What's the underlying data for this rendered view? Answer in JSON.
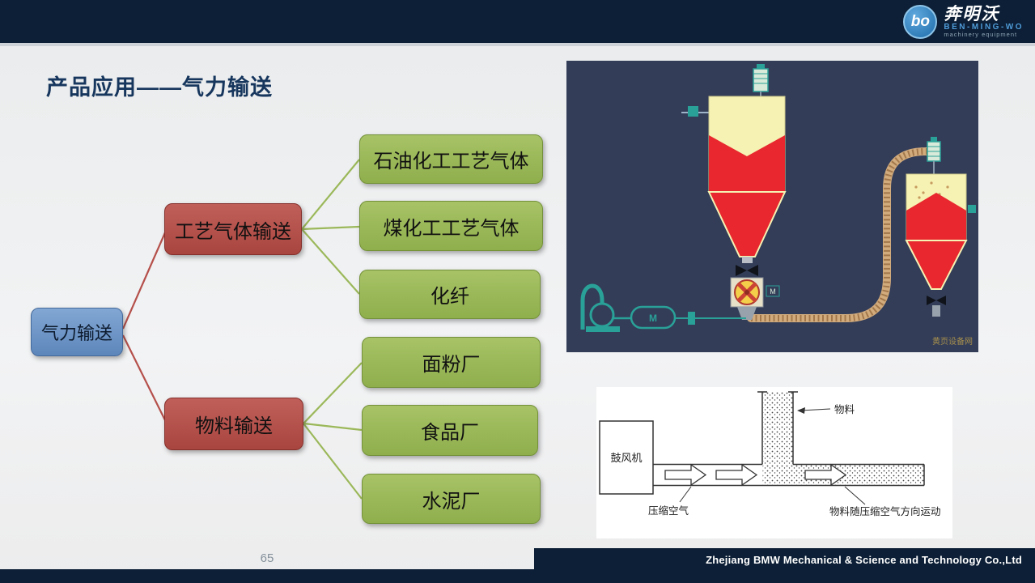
{
  "header": {
    "logo_monogram": "bo",
    "logo_cn": "奔明沃",
    "logo_en": "BEN-MING-WO",
    "logo_tagline": "machinery equipment"
  },
  "title": "产品应用——气力输送",
  "flowchart": {
    "root": "气力输送",
    "branch1": "工艺气体输送",
    "branch2": "物料输送",
    "leaves1": [
      "石油化工工艺气体",
      "煤化工工艺气体",
      "化纤"
    ],
    "leaves2": [
      "面粉厂",
      "食品厂",
      "水泥厂"
    ],
    "colors": {
      "root": "#6d92c3",
      "branch": "#b5504b",
      "leaf": "#9bb85a"
    }
  },
  "top_diagram": {
    "motor": "M",
    "watermark": "黄页设备网"
  },
  "bottom_diagram": {
    "blower": "鼓风机",
    "compressed_air": "压缩空气",
    "material": "物料",
    "note": "物料随压缩空气方向运动"
  },
  "footer": {
    "page": "65",
    "company": "Zhejiang BMW Mechanical &amp; Science and Technology Co.,Ltd"
  }
}
